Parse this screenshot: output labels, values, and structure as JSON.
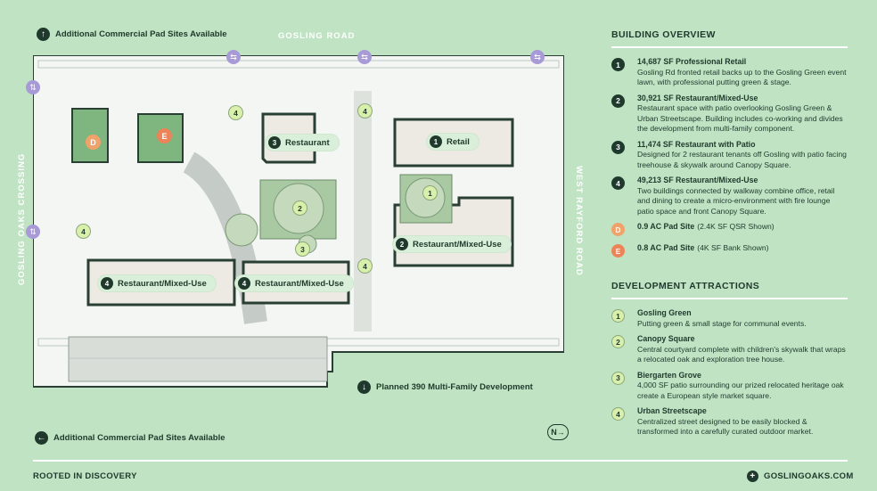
{
  "top_label": "Additional Commercial Pad Sites Available",
  "bottom_label": "Additional Commercial Pad Sites Available",
  "center_bottom_label": "Planned 390 Multi-Family Development",
  "roads": {
    "north": "GOSLING ROAD",
    "west": "GOSLING OAKS CROSSING",
    "east": "WEST RAYFORD ROAD"
  },
  "map_labels": {
    "retail": "Retail",
    "restaurant": "Restaurant",
    "restaurant_mixed_use_2": "Restaurant/Mixed-Use",
    "restaurant_mixed_use_4a": "Restaurant/Mixed-Use",
    "restaurant_mixed_use_4b": "Restaurant/Mixed-Use",
    "pad_d": "D",
    "pad_e": "E",
    "compass": "N"
  },
  "building_overview": {
    "title": "BUILDING OVERVIEW",
    "items": [
      {
        "n": "1",
        "title": "14,687 SF Professional Retail",
        "desc": "Gosling Rd fronted retail backs up to the Gosling Green event lawn, with professional putting green & stage."
      },
      {
        "n": "2",
        "title": "30,921 SF Restaurant/Mixed-Use",
        "desc": "Restaurant space with patio overlooking Gosling Green & Urban Streetscape. Building includes co-working and divides the development from multi-family component."
      },
      {
        "n": "3",
        "title": "11,474 SF Restaurant with Patio",
        "desc": "Designed for 2 restaurant tenants off Gosling with patio facing treehouse & skywalk around Canopy Square."
      },
      {
        "n": "4",
        "title": "49,213 SF Restaurant/Mixed-Use",
        "desc": "Two buildings connected by walkway combine office, retail and dining to create a micro-environment with fire lounge patio space and front Canopy Square."
      }
    ],
    "pads": [
      {
        "n": "D",
        "title": "0.9 AC Pad Site",
        "desc": "(2.4K SF QSR Shown)"
      },
      {
        "n": "E",
        "title": "0.8 AC Pad Site",
        "desc": "(4K SF Bank Shown)"
      }
    ]
  },
  "development_attractions": {
    "title": "DEVELOPMENT ATTRACTIONS",
    "items": [
      {
        "n": "1",
        "title": "Gosling Green",
        "desc": "Putting green & small stage for communal events."
      },
      {
        "n": "2",
        "title": "Canopy Square",
        "desc": "Central courtyard complete with children's skywalk that wraps a relocated oak and exploration tree house."
      },
      {
        "n": "3",
        "title": "Biergarten Grove",
        "desc": "4,000 SF patio surrounding our prized relocated heritage oak create a European style market square."
      },
      {
        "n": "4",
        "title": "Urban Streetscape",
        "desc": "Centralized street designed to be easily blocked & transformed into a carefully curated outdoor market."
      }
    ]
  },
  "footer": {
    "left": "ROOTED IN DISCOVERY",
    "right": "GOSLINGOAKS.COM"
  },
  "colors": {
    "background": "#bfe3c3",
    "dark": "#1f3a2c",
    "pad_d": "#f0a26a",
    "pad_e": "#ec8458",
    "swap": "#a89ad6"
  }
}
